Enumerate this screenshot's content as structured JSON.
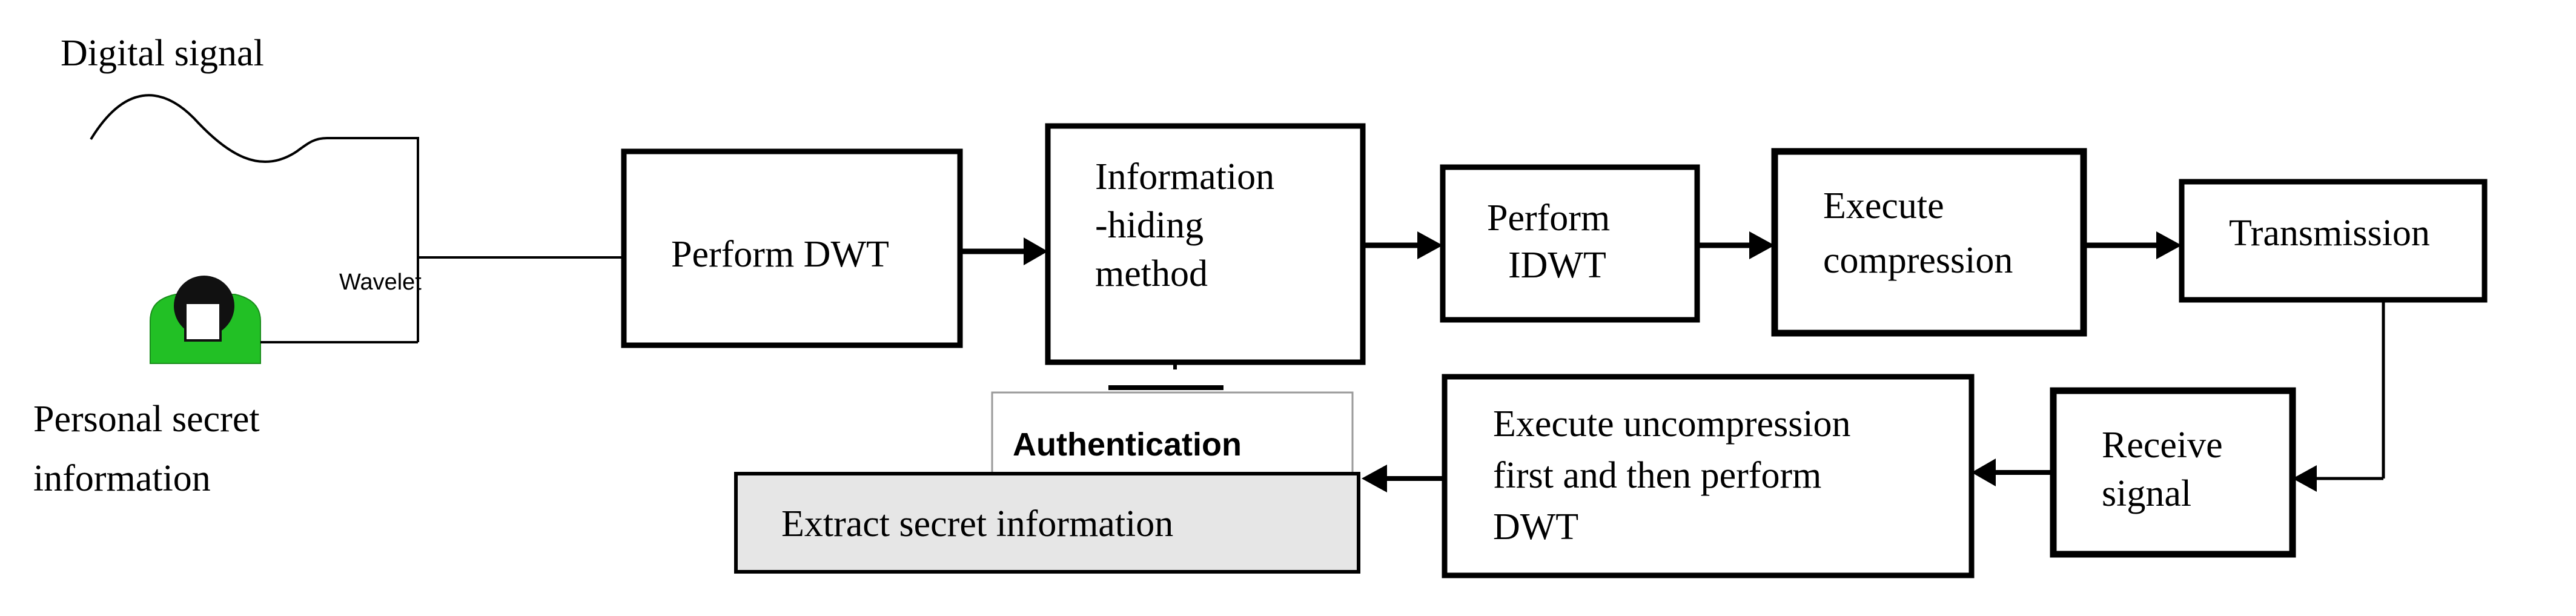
{
  "labels": {
    "digital_signal": "Digital signal",
    "personal_line1": "Personal  secret",
    "personal_line2": "information",
    "wavelet": "Wavelet",
    "authentication": "Authentication"
  },
  "boxes": {
    "perform_dwt": [
      "Perform DWT"
    ],
    "info_hiding": [
      "Information",
      "-hiding",
      "method"
    ],
    "perform_idwt": [
      "Perform",
      "IDWT"
    ],
    "execute_compression": [
      "Execute",
      "compression"
    ],
    "transmission": [
      "Transmission"
    ],
    "receive_signal": [
      "Receive",
      "signal"
    ],
    "execute_uncompression": [
      "Execute uncompression",
      "first and then perform",
      "DWT"
    ],
    "extract_secret": [
      "Extract secret information"
    ]
  },
  "colors": {
    "line": "#000000",
    "user_body": "#22c025",
    "user_head": "#111111",
    "extract_fill": "#e6e6e6",
    "auth_border": "#9a9a9a"
  },
  "icons": {
    "user": "person-with-green-shirt-icon",
    "signal": "sine-wave-icon"
  }
}
